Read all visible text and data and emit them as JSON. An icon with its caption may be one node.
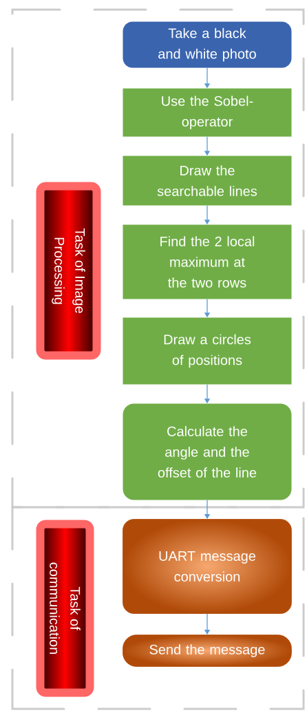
{
  "diagram": {
    "nodes": [
      {
        "text": [],
        "shape": "box"
      },
      {
        "text": [
          "Task of Image Processing"
        ],
        "in": 0
      },
      {
        "text": [
          "Take a black and white photo"
        ],
        "in": 0
      },
      {
        "text": [
          "Use the Sobel-operator"
        ],
        "in": 0
      },
      {
        "text": [
          "Draw the searchable lines"
        ],
        "in": 0
      },
      {
        "text": [
          "Find the 2 local maximum at the two rows"
        ],
        "in": 0
      },
      {
        "text": [
          "Draw a circles of positions"
        ],
        "in": 0
      },
      {
        "text": [
          "Calculate the angle and the offset of the line"
        ],
        "in": 0
      },
      {
        "text": [],
        "shape": "box"
      },
      {
        "text": [
          "Task of communication"
        ],
        "in": 8
      },
      {
        "text": [
          "UART message conversion"
        ],
        "in": 8
      },
      {
        "text": [
          "Send the message"
        ],
        "in": 8
      }
    ],
    "edges": [
      {
        "from": 2,
        "to": 3,
        "arrow": "to"
      },
      {
        "from": 3,
        "to": 4,
        "arrow": "to"
      },
      {
        "from": 4,
        "to": 5,
        "arrow": "to"
      },
      {
        "from": 5,
        "to": 6,
        "arrow": "to"
      },
      {
        "from": 6,
        "to": 7,
        "arrow": "to"
      },
      {
        "from": 7,
        "to": 10,
        "arrow": "to"
      },
      {
        "from": 10,
        "to": 11,
        "arrow": "to"
      }
    ]
  }
}
